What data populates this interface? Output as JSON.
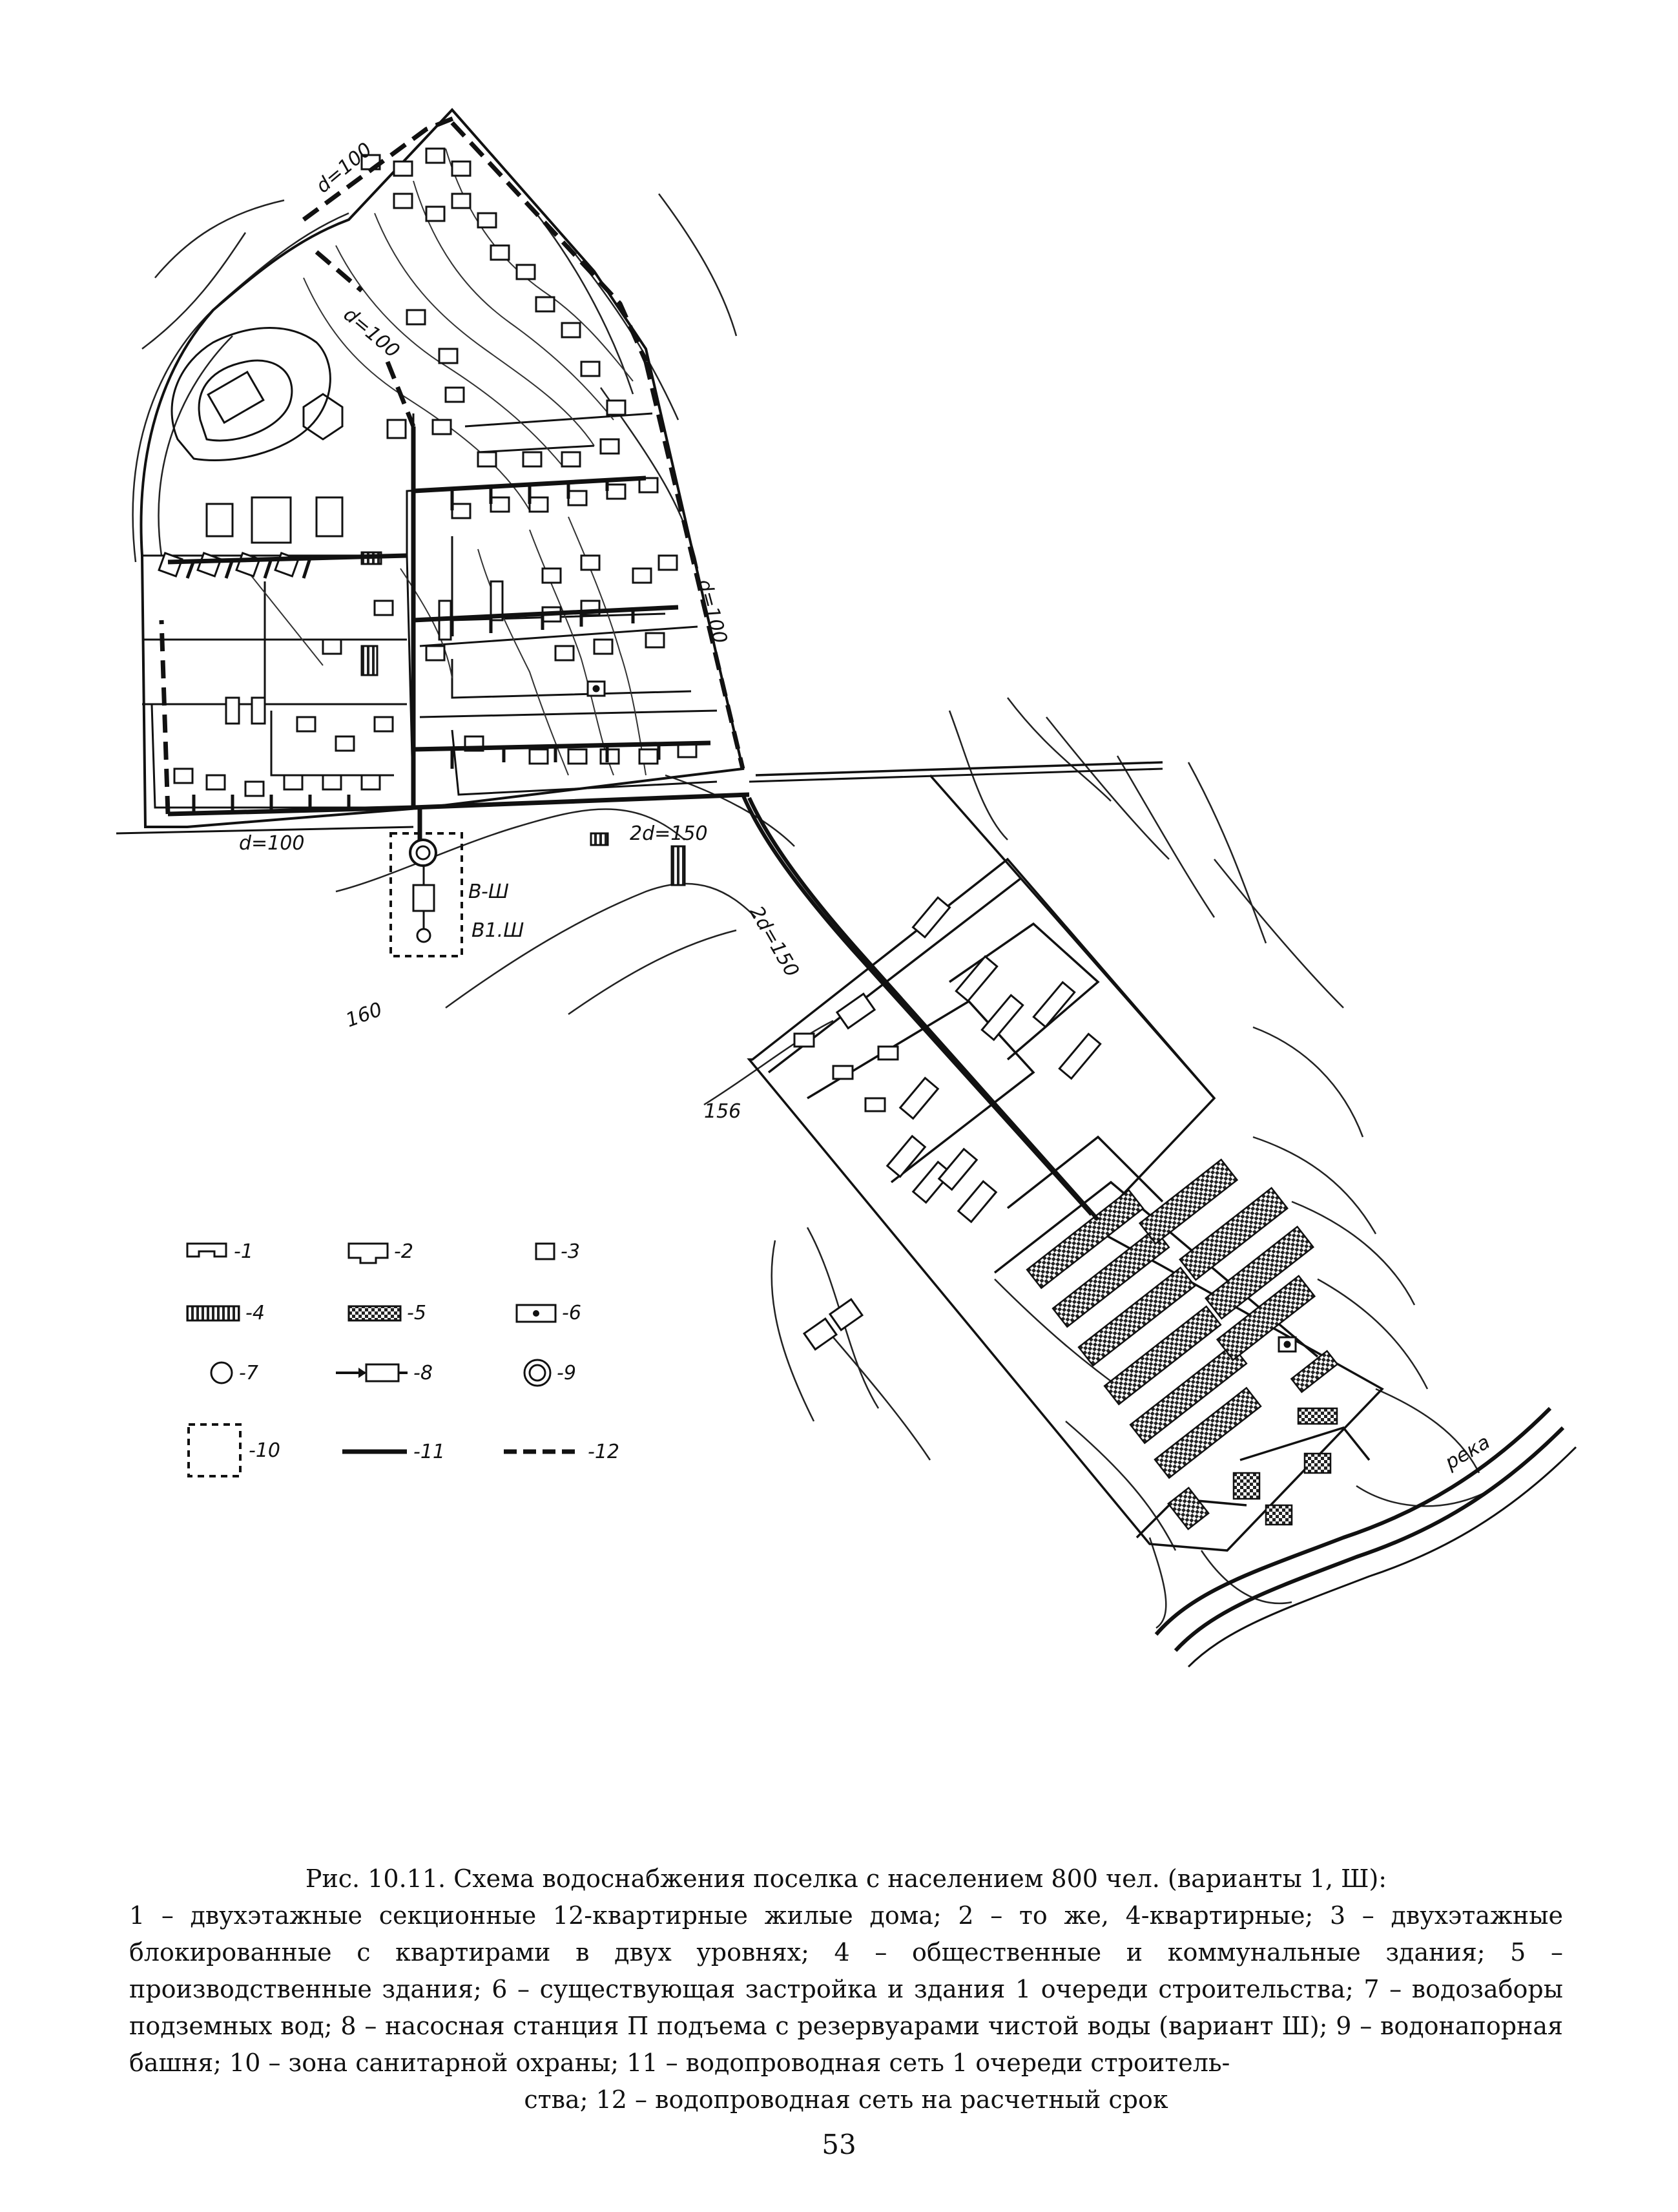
{
  "map": {
    "labels": {
      "pipe_top": "d=100",
      "pipe_north": "d=100",
      "pipe_east": "d=100",
      "pipe_south": "d=100",
      "pipe_main": "2d=150",
      "pipe_diag": "2d=150",
      "contour_160": "160",
      "contour_156": "156",
      "zone_b3": "B-Ш",
      "zone_b13": "B1.Ш",
      "river": "река"
    },
    "legend": [
      {
        "num": "-1",
        "symbol": "sectional-house"
      },
      {
        "num": "-2",
        "symbol": "four-apartment-house"
      },
      {
        "num": "-3",
        "symbol": "block-house"
      },
      {
        "num": "-4",
        "symbol": "public-building"
      },
      {
        "num": "-5",
        "symbol": "production-building"
      },
      {
        "num": "-6",
        "symbol": "existing-building"
      },
      {
        "num": "-7",
        "symbol": "well-intake"
      },
      {
        "num": "-8",
        "symbol": "pump-station"
      },
      {
        "num": "-9",
        "symbol": "water-tower"
      },
      {
        "num": "-10",
        "symbol": "sanitary-zone"
      },
      {
        "num": "-11",
        "symbol": "first-stage-network"
      },
      {
        "num": "-12",
        "symbol": "design-network"
      }
    ]
  },
  "caption": {
    "title": "Рис. 10.11. Схема водоснабжения поселка с населением 800 чел. (варианты 1, Ш):",
    "body": "1 – двухэтажные секционные 12-квартирные жилые дома; 2 – то же, 4-квартирные; 3 – двухэтажные блокированные с квартирами в двух уровнях; 4 – общественные и коммунальные здания; 5 – производственные здания; 6 – существующая застройка и здания 1 очереди строительства; 7 – водозаборы подземных вод; 8 – насосная станция П подъема с резервуарами чистой воды (вариант Ш); 9 – водонапорная башня; 10 – зона санитарной охраны; 11 – водопроводная сеть 1 очереди строитель-",
    "last": "ства; 12 – водопроводная сеть на расчетный срок"
  },
  "page_number": "53"
}
